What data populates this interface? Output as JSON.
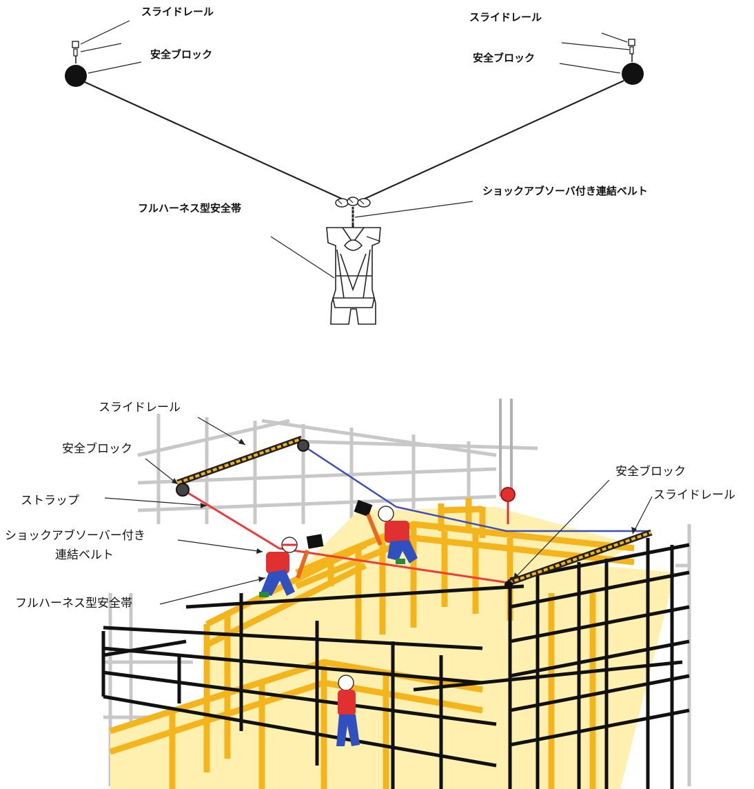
{
  "top_diagram": {
    "left_rail_label": "スライドレール",
    "left_block_label": "安全ブロック",
    "right_rail_label": "スライドレール",
    "right_block_label": "安全ブロック",
    "connector_label": "ショックアブソーバ付き連結ベルト",
    "harness_label": "フルハーネス型安全帯"
  },
  "bottom_diagram": {
    "rail_left_label": "スライドレール",
    "block_left_label": "安全ブロック",
    "strap_label": "ストラップ",
    "connector_label_line1": "ショックアブソーバー付き",
    "connector_label_line2": "連結ベルト",
    "harness_label": "フルハーネス型安全帯",
    "block_right_label": "安全ブロック",
    "rail_right_label": "スライドレール"
  },
  "colors": {
    "blue_line": "#3a4fb8",
    "red_line": "#ee3a3a",
    "formwork": "#f4b41c",
    "formwork_light": "#fff0b0",
    "scaffold_grey": "#c8c8c8",
    "scaffold_dark": "#111111"
  }
}
